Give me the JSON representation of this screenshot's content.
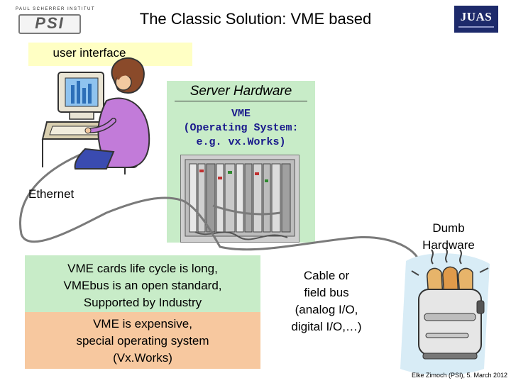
{
  "header": {
    "title": "The Classic Solution: VME based",
    "psi_logo_topline": "PAUL SCHERRER INSTITUT",
    "psi_logo_word": "PSI",
    "juas_logo": "JUAS"
  },
  "diagram": {
    "user_interface": "user interface",
    "server_title": "Server Hardware",
    "vme_lines": [
      "VME",
      "(Operating System:",
      "e.g. vx.Works)"
    ],
    "ethernet": "Ethernet",
    "dumb_lines": [
      "Dumb",
      "Hardware"
    ],
    "cable_lines": [
      "Cable or",
      "field bus",
      "(analog I/O,",
      "digital I/O,…)"
    ]
  },
  "notes": {
    "pro_lines": [
      "VME cards life cycle is long,",
      "VMEbus is an open standard,",
      "Supported by Industry"
    ],
    "con_lines": [
      "VME is expensive,",
      "special operating system",
      "(Vx.Works)"
    ]
  },
  "footer": "Elke Zimoch (PSI), 5. March 2012",
  "icons": {
    "user": "user-at-computer-icon",
    "rack": "vme-crate-icon",
    "toaster": "toaster-icon"
  },
  "colors": {
    "ui_box": "#ffffc4",
    "server_box": "#c8ecc8",
    "pro_box": "#c8ecc8",
    "con_box": "#f7c89f",
    "vme_text": "#1a1a8c",
    "cable": "#7a7a7a"
  }
}
